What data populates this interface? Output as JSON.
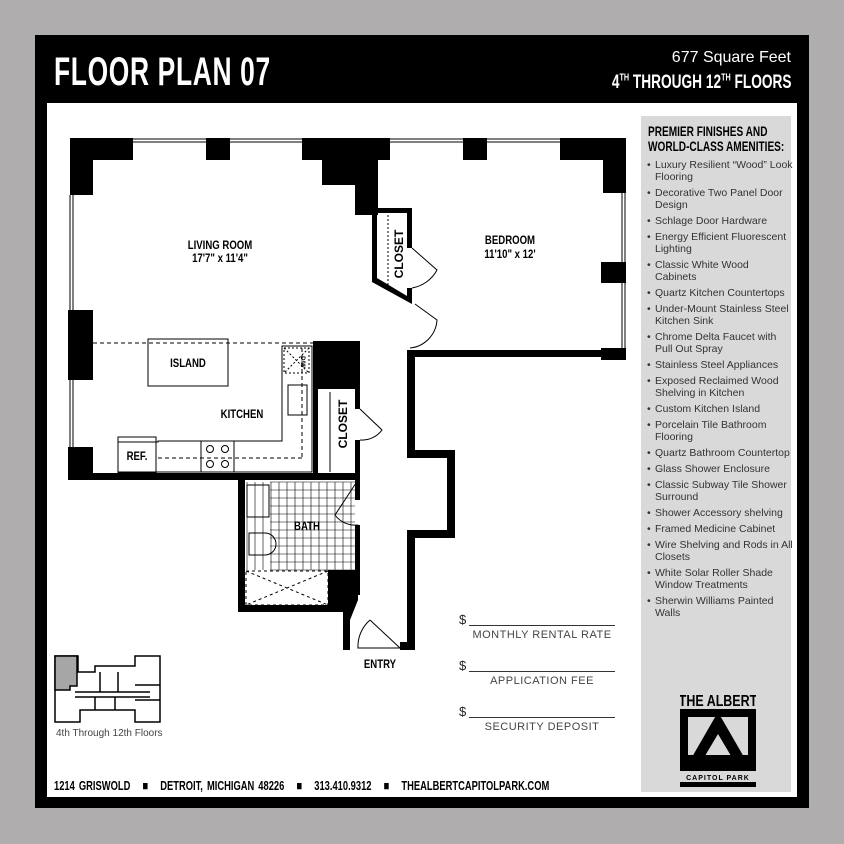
{
  "header": {
    "title": "FLOOR PLAN 07",
    "square_feet": "677 Square Feet",
    "floors": {
      "from_num": "4",
      "from_sup": "TH",
      "through": "THROUGH",
      "to_num": "12",
      "to_sup": "TH",
      "suffix": "FLOORS"
    }
  },
  "plan": {
    "rooms": {
      "living_room": {
        "name": "LIVING ROOM",
        "size": "17'7\" x 11'4\""
      },
      "bedroom": {
        "name": "BEDROOM",
        "size": "11'10\" x 12'"
      },
      "island": "ISLAND",
      "kitchen": "KITCHEN",
      "ref": "REF.",
      "dishwasher": "D/W",
      "closet_bedroom": "CLOSET",
      "closet_hall": "CLOSET",
      "bath": "BATH",
      "entry": "ENTRY"
    }
  },
  "amenities": {
    "heading_line1": "PREMIER FINISHES AND",
    "heading_line2": "WORLD-CLASS AMENITIES:",
    "items": [
      "Luxury Resilient “Wood” Look Flooring",
      "Decorative Two Panel Door Design",
      "Schlage Door Hardware",
      "Energy Efficient Fluorescent Lighting",
      "Classic White Wood Cabinets",
      "Quartz Kitchen Countertops",
      "Under-Mount Stainless Steel Kitchen Sink",
      "Chrome Delta Faucet with Pull Out Spray",
      "Stainless Steel Appliances",
      "Exposed Reclaimed Wood Shelving in Kitchen",
      "Custom Kitchen Island",
      "Porcelain Tile Bathroom Flooring",
      "Quartz Bathroom Countertop",
      "Glass Shower Enclosure",
      "Classic Subway Tile Shower Surround",
      "Shower Accessory shelving",
      "Framed Medicine Cabinet",
      "Wire Shelving and Rods in All Closets",
      "White Solar Roller Shade Window Treatments",
      "Sherwin Williams Painted Walls"
    ]
  },
  "fees": [
    {
      "currency": "$",
      "label": "MONTHLY RENTAL RATE"
    },
    {
      "currency": "$",
      "label": "APPLICATION FEE"
    },
    {
      "currency": "$",
      "label": "SECURITY DEPOSIT"
    }
  ],
  "keyplan": {
    "caption": "4th Through 12th Floors"
  },
  "logo": {
    "line1": "THE ALBERT",
    "line2": "CAPITOL PARK"
  },
  "footer": {
    "address": "1214 GRISWOLD",
    "city": "DETROIT, MICHIGAN 48226",
    "phone": "313.410.9312",
    "website": "THEALBERTCAPITOLPARK.COM",
    "separator": "■"
  },
  "colors": {
    "background": "#b0adae",
    "frame": "#000000",
    "sidebar": "#d9d9d9",
    "keyplan_highlight": "#a6a6a6"
  }
}
